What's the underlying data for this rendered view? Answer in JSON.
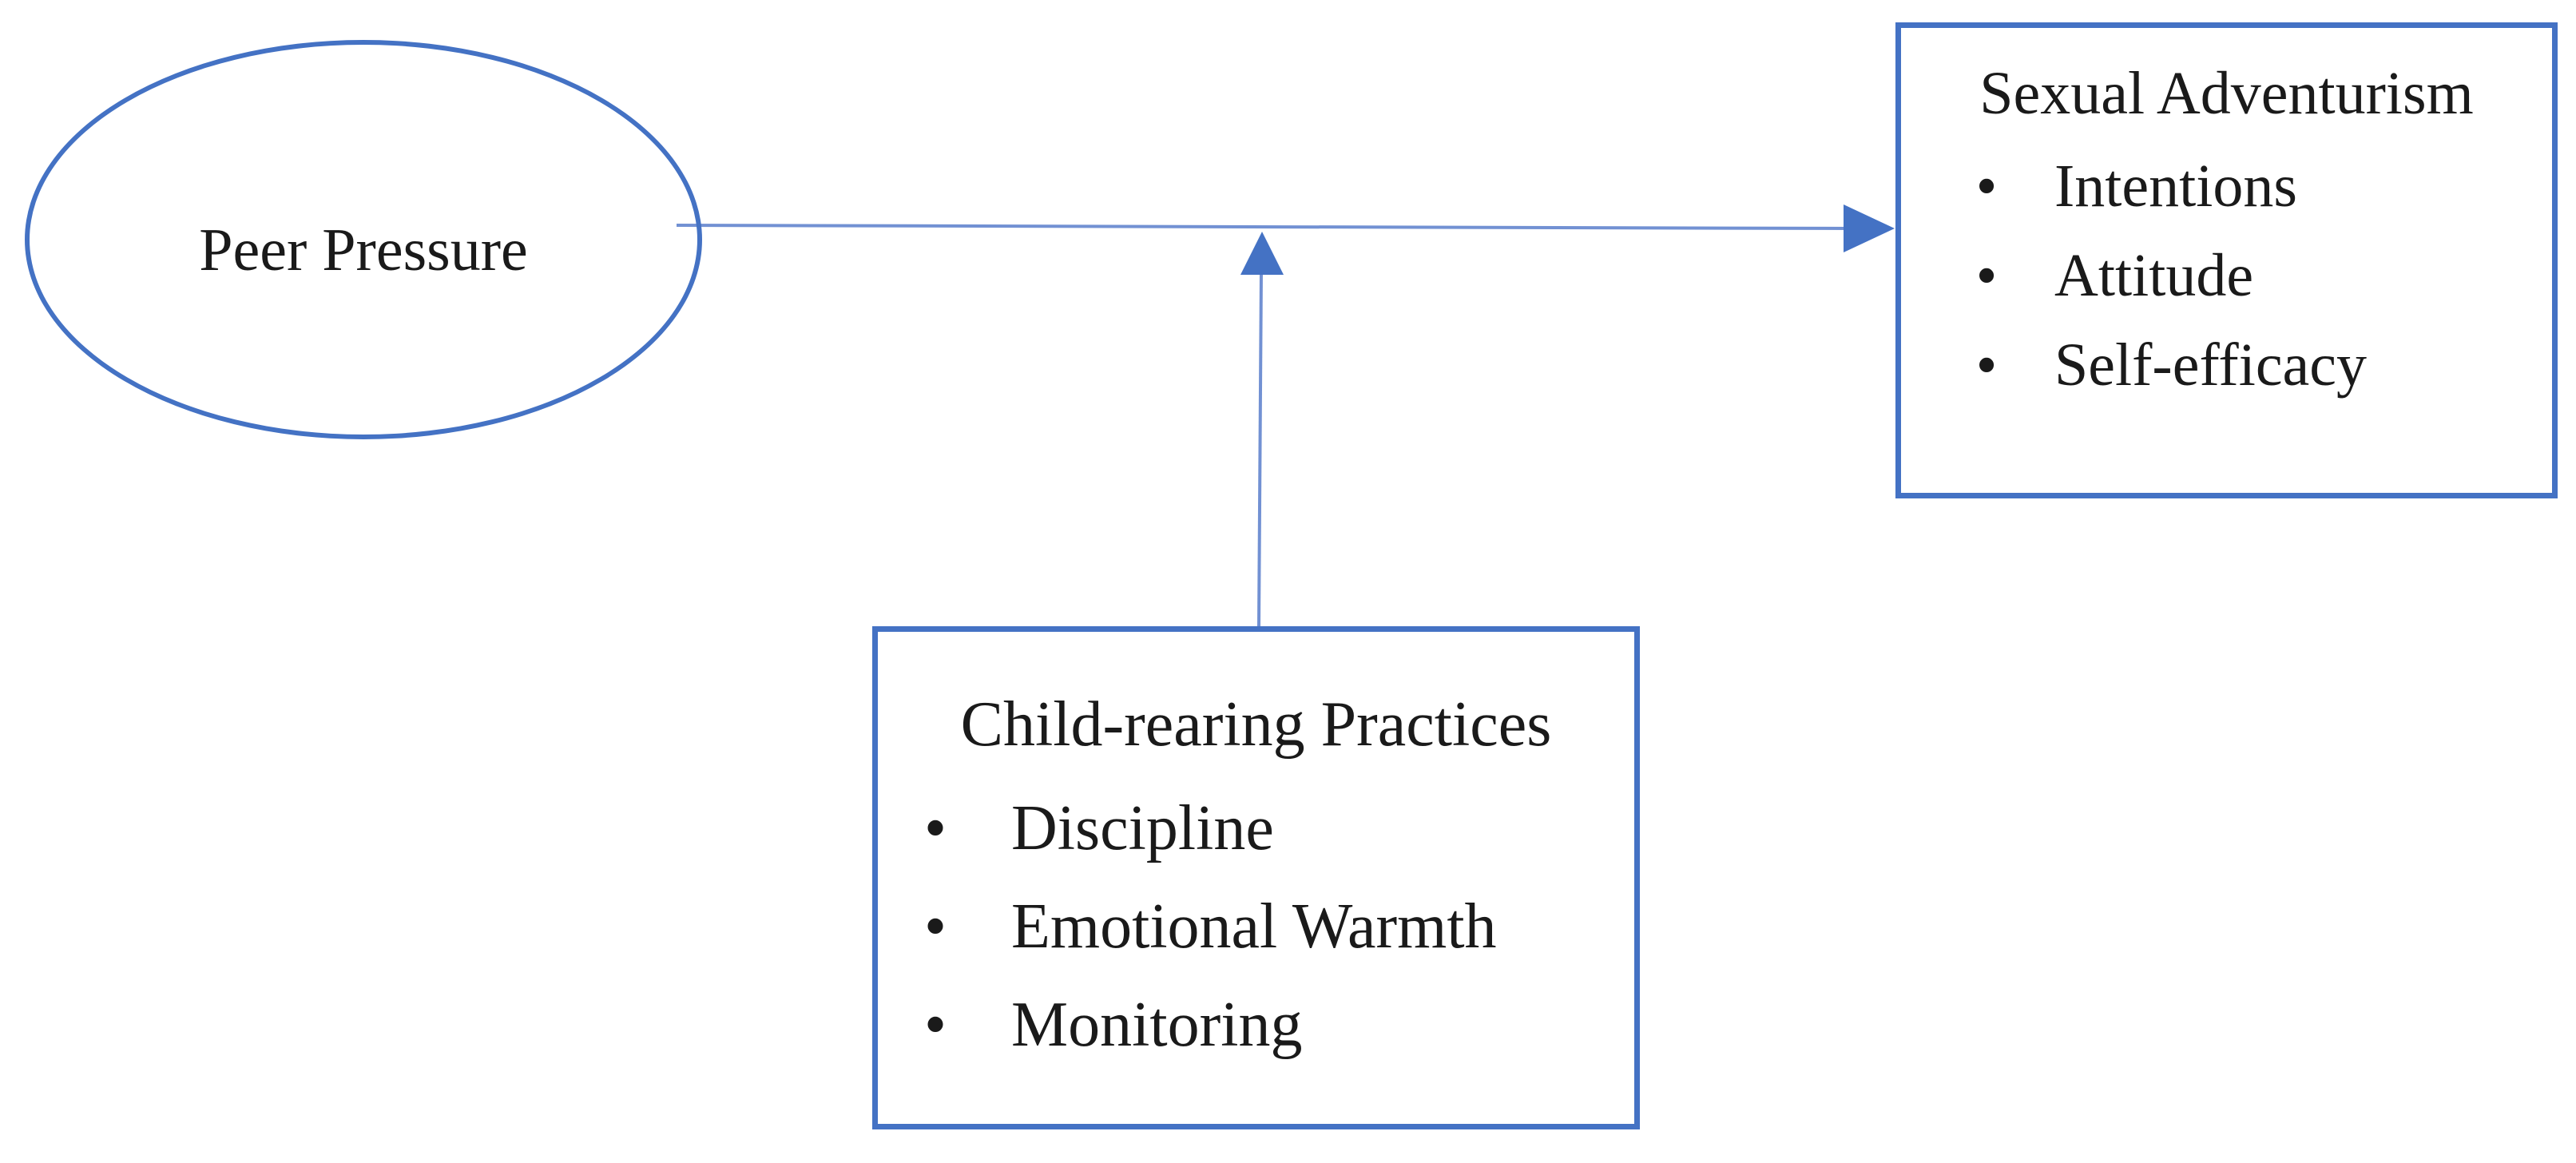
{
  "figure": {
    "background": "#ffffff",
    "text_color": "#1a1a1a",
    "colors": {
      "shape_border": "#4472C4",
      "connector_line": "#7291d3",
      "arrowhead": "#4472C4"
    },
    "nodes": {
      "predictor": {
        "shape": "ellipse",
        "label": "Peer Pressure"
      },
      "outcome": {
        "shape": "rectangle",
        "title": "Sexual Adventurism",
        "bullet_glyph": "•",
        "items": [
          "Intentions",
          "Attitude",
          "Self-efficacy"
        ]
      },
      "moderator": {
        "shape": "rectangle",
        "title": "Child-rearing Practices",
        "bullet_glyph": "•",
        "items": [
          "Discipline",
          "Emotional Warmth",
          "Monitoring"
        ]
      }
    },
    "edges": [
      {
        "name": "predictor-to-outcome",
        "from": "Peer Pressure",
        "to": "Sexual Adventurism",
        "style": "straight-arrow"
      },
      {
        "name": "moderator-to-path",
        "from": "Child-rearing Practices",
        "to": "Peer Pressure to Sexual Adventurism path",
        "style": "straight-arrow"
      }
    ]
  }
}
